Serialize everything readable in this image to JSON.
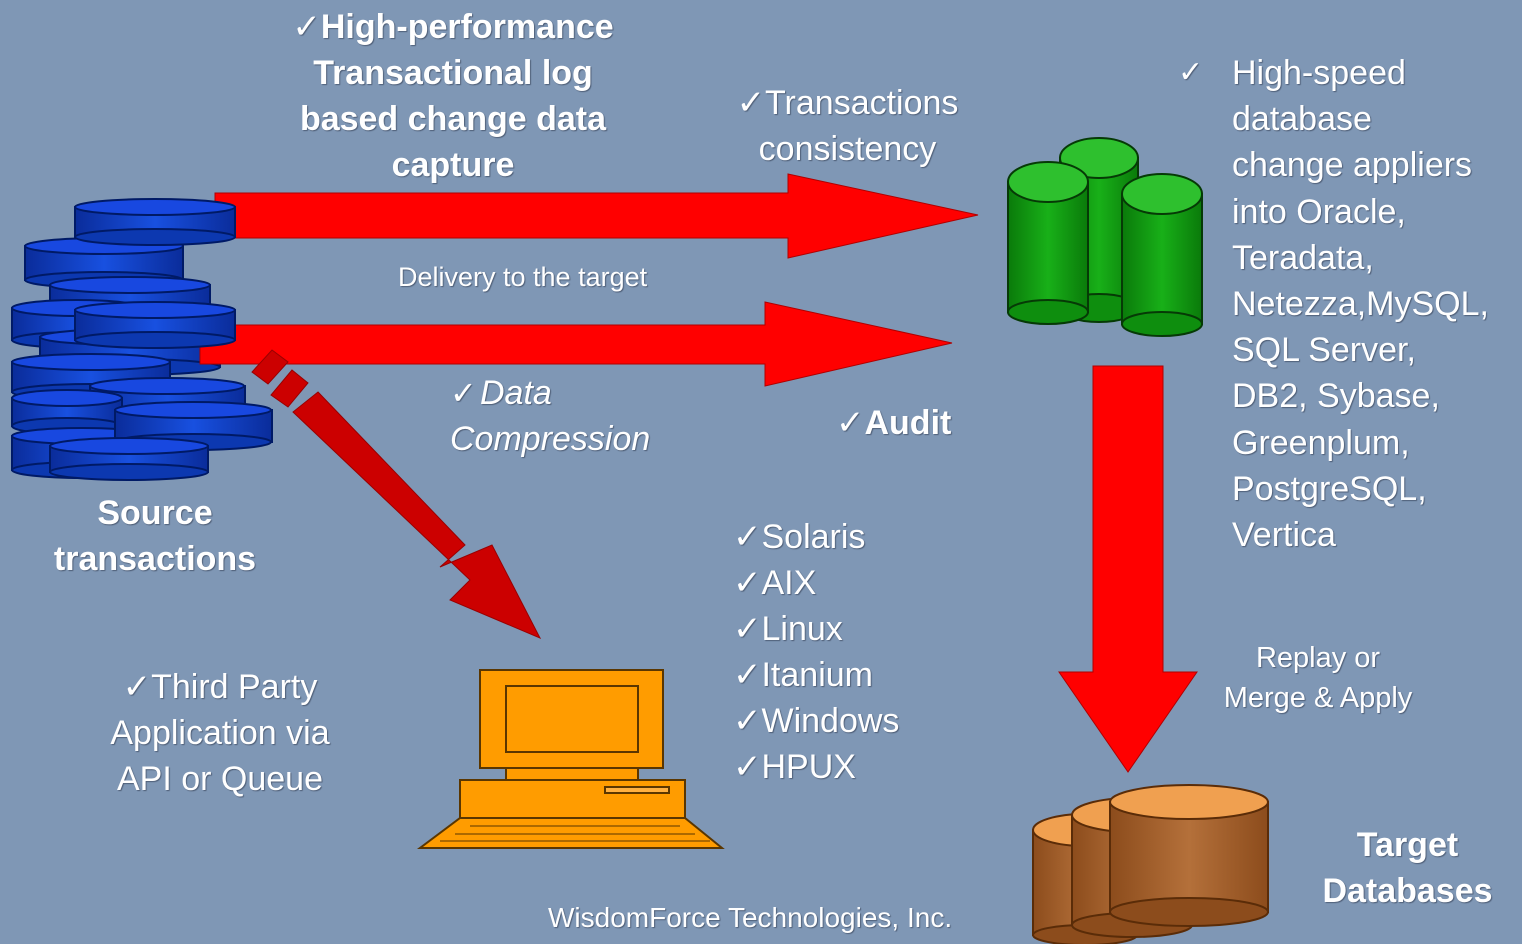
{
  "colors": {
    "background": "#7f97b5",
    "arrow_red": "#ff0000",
    "arrow_dark_red": "#cc0000",
    "source_db_blue": "#1040c8",
    "target_green": "#109c10",
    "target_brown": "#a8642c",
    "computer_orange": "#ff9c00"
  },
  "labels": {
    "cdc": [
      "✓High-performance",
      "Transactional log",
      "based change data",
      "capture"
    ],
    "consistency": [
      "✓Transactions",
      "consistency"
    ],
    "appliers": [
      "High-speed",
      "database",
      "change appliers",
      "into Oracle,",
      "Teradata,",
      "Netezza,MySQL,",
      "SQL Server,",
      "DB2, Sybase,",
      "Greenplum,",
      "PostgreSQL,",
      "Vertica"
    ],
    "appliers_check": "✓",
    "delivery": "Delivery to the target",
    "compression_check": "✓",
    "compression": [
      "Data",
      "Compression"
    ],
    "audit": "✓Audit",
    "source": [
      "Source",
      "transactions"
    ],
    "platforms": [
      "✓Solaris",
      "✓AIX",
      "✓Linux",
      "✓Itanium",
      "✓Windows",
      "✓HPUX"
    ],
    "third_party": [
      "✓Third Party",
      "Application via",
      "API or Queue"
    ],
    "replay": [
      "Replay or",
      "Merge & Apply"
    ],
    "target": [
      "Target",
      "Databases"
    ],
    "company": "WisdomForce Technologies, Inc."
  }
}
